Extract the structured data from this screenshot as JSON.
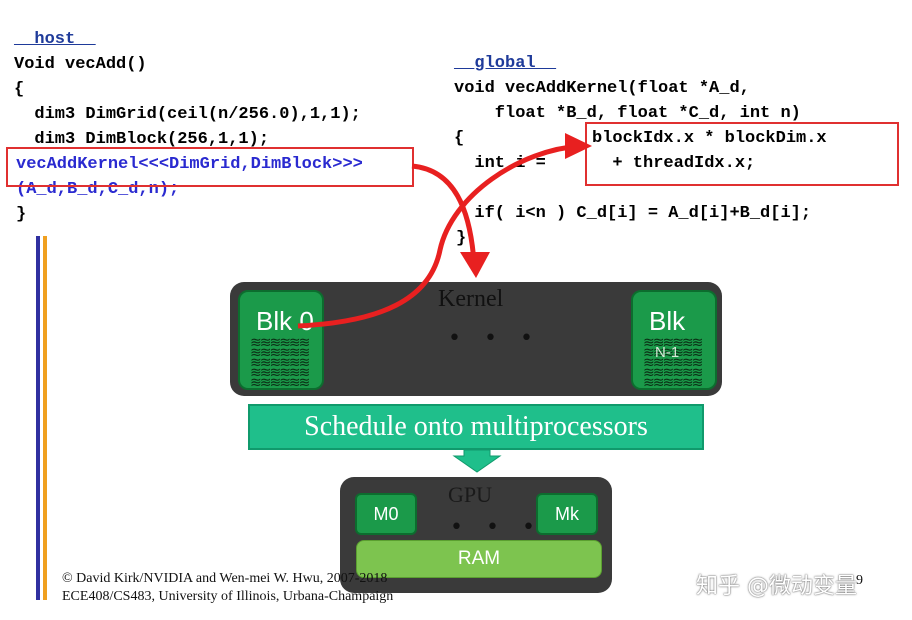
{
  "host_code": {
    "keyword": "__host__",
    "line1": "Void vecAdd()",
    "line2": "{",
    "line3": "  dim3 DimGrid(ceil(n/256.0),1,1);",
    "line4": "  dim3 DimBlock(256,1,1);",
    "launch_line1": "vecAddKernel<<<DimGrid,DimBlock>>>",
    "launch_line2": "(A_d,B_d,C_d,n);",
    "close": "}"
  },
  "global_code": {
    "keyword": "__global__",
    "line1": "void vecAddKernel(float *A_d,",
    "line2": "    float *B_d, float *C_d, int n)",
    "line3": "{",
    "line4_prefix": "  int i =",
    "index_line1": "blockIdx.x * blockDim.x",
    "index_line2": "  + threadIdx.x;",
    "line6": "  if( i<n ) C_d[i] = A_d[i]+B_d[i];",
    "close": "}"
  },
  "kernel": {
    "title": "Kernel",
    "block_first": "Blk 0",
    "block_last": "Blk",
    "block_last_sub": "N-1",
    "dots": "• • •"
  },
  "schedule": {
    "label": "Schedule onto multiprocessors"
  },
  "gpu": {
    "title": "GPU",
    "mp_first": "M0",
    "mp_last": "Mk",
    "dots": "• • •",
    "ram": "RAM"
  },
  "footer": {
    "line1": "© David Kirk/NVIDIA and Wen-mei W. Hwu, 2007-2018",
    "line2": "ECE408/CS483, University of Illinois, Urbana-Champaign",
    "page": "9"
  },
  "watermark": "知乎 @微动变量",
  "colors": {
    "red": "#e03030",
    "block_green": "#1b9a4a",
    "schedule_teal": "#1fbf8b",
    "ram_green": "#7dc44f",
    "dark_panel": "#3a3a3a",
    "bar_blue": "#3030a0",
    "bar_orange": "#f0a020"
  }
}
